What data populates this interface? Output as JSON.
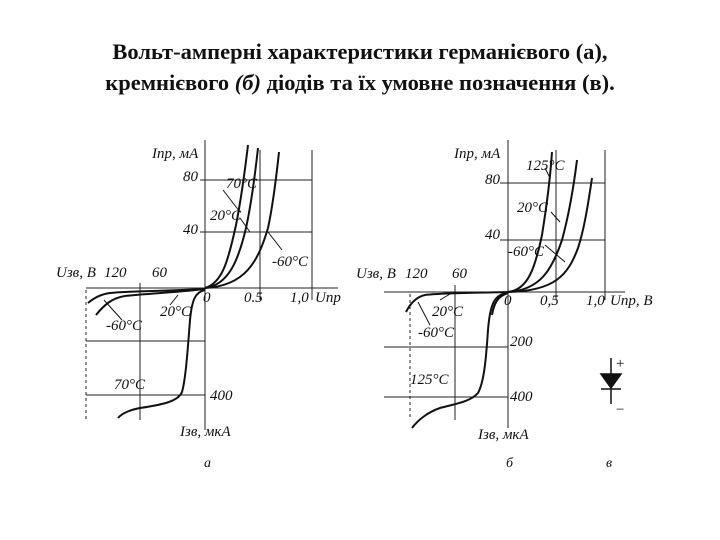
{
  "title": {
    "line1": "Вольт-амперні характеристики германієвого (а),",
    "line2_a": "кремнієвого ",
    "line2_b": "(б)",
    "line2_c": " діодів та їх умовне позначення (в)."
  },
  "panel_a": {
    "y_pos_label": "Iпр, мА",
    "y_pos_ticks": [
      "80",
      "40"
    ],
    "x_pos_ticks": [
      "0",
      "0.5",
      "1,0"
    ],
    "x_pos_label": "Uпр",
    "x_neg_label": "Uзв, В",
    "x_neg_ticks": [
      "120",
      "60"
    ],
    "y_neg_label": "Iзв, мкА",
    "y_neg_ticks": [
      "400"
    ],
    "curve_labels": [
      "70°C",
      "20°C",
      "-60°C",
      "-60°C",
      "20°C",
      "70°C"
    ],
    "caption": "а"
  },
  "panel_b": {
    "y_pos_label": "Iпр, мА",
    "y_pos_ticks": [
      "80",
      "40"
    ],
    "x_pos_ticks": [
      "0",
      "0,5",
      "1,0"
    ],
    "x_pos_label": "Uпр, В",
    "x_neg_label": "Uзв, В",
    "x_neg_ticks": [
      "120",
      "60"
    ],
    "y_neg_label": "Iзв, мкА",
    "y_neg_ticks": [
      "200",
      "400"
    ],
    "curve_labels": [
      "125°C",
      "20°C",
      "-60°C",
      "20°C",
      "-60°C",
      "125°C"
    ],
    "caption": "б"
  },
  "panel_c": {
    "plus": "+",
    "minus": "−",
    "caption": "в"
  }
}
